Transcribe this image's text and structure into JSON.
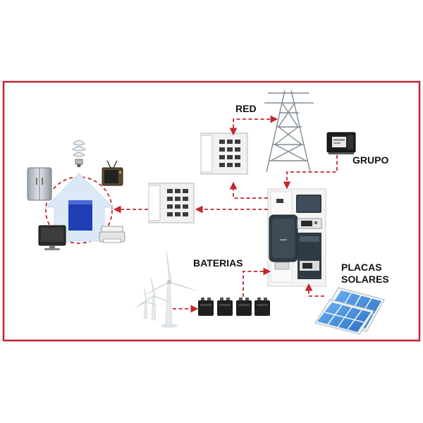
{
  "labels": {
    "grid": "RED",
    "generator": "GRUPO",
    "batteries": "BATERIAS",
    "solar_line1": "PLACAS",
    "solar_line2": "SOLARES"
  },
  "colors": {
    "frame": "#c0272d",
    "connector": "#c0272d",
    "house": "#dbe9f6",
    "house_window": "#1f3fb5",
    "panel_cell": "#3e8fe0",
    "inverter_body": "#2e3b44"
  },
  "icons": [
    "house-icon",
    "fridge-icon",
    "light-bulb-icon",
    "tv-icon",
    "monitor-icon",
    "printer-icon",
    "breaker-panel-icon",
    "power-tower-icon",
    "generator-icon",
    "inverter-icon",
    "battery-icon",
    "wind-turbine-icon",
    "solar-panel-icon"
  ]
}
